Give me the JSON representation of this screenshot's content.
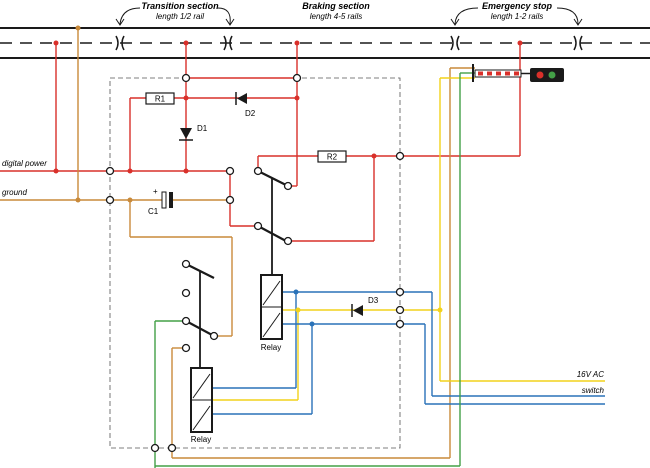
{
  "sections": {
    "transition": {
      "title": "Transition section",
      "sub": "length 1/2 rail"
    },
    "braking": {
      "title": "Braking section",
      "sub": "length 4-5 rails"
    },
    "emergency": {
      "title": "Emergency stop",
      "sub": "length 1-2 rails"
    }
  },
  "inputs": {
    "digital_power": "digital power",
    "ground": "ground"
  },
  "outputs": {
    "ac": "16V AC",
    "switch": "switch"
  },
  "components": {
    "r1": "R1",
    "r2": "R2",
    "d1": "D1",
    "d2": "D2",
    "d3": "D3",
    "c1": "C1",
    "c1_polarity": "+",
    "relay_upper": "Relay",
    "relay_lower": "Relay"
  },
  "colors": {
    "rail": "#1a1a1a",
    "power": "#d9302a",
    "ground": "#c98a3a",
    "ac": "#f2d21b",
    "switch": "#2a72b8",
    "green": "#43a047",
    "component": "#1a1a1a",
    "signal_red": "#d9302a",
    "signal_green": "#43a047"
  }
}
